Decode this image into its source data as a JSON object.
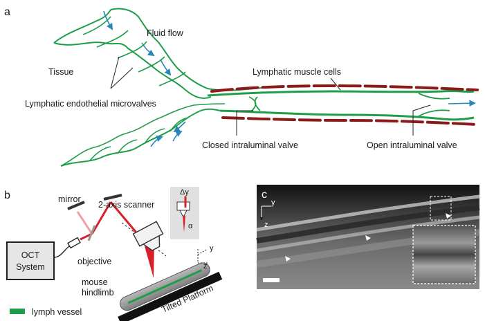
{
  "panel_a": {
    "letter": "a",
    "labels": {
      "fluid_flow": "Fluid flow",
      "tissue": "Tissue",
      "microvalves": "Lymphatic endothelial microvalves",
      "muscle_cells": "Lymphatic muscle cells",
      "closed_valve": "Closed intraluminal valve",
      "open_valve": "Open intraluminal valve"
    }
  },
  "panel_b": {
    "letter": "b",
    "labels": {
      "mirror": "mirror",
      "scanner": "2-axis scanner",
      "oct_line1": "OCT",
      "oct_line2": "System",
      "objective": "objective",
      "mouse_line1": "mouse",
      "mouse_line2": "hindlimb",
      "platform": "Tilted Platform",
      "legend": "lymph vessel",
      "axis_y": "y",
      "axis_z": "z",
      "inset_dy": "Δy",
      "inset_alpha": "α"
    }
  },
  "panel_c": {
    "letter": "c",
    "axis_y": "y",
    "axis_z": "z"
  },
  "colors": {
    "vessel_green": "#1e9e49",
    "muscle_red": "#8b1a1a",
    "flow_blue": "#2a86b8",
    "laser_red": "#d8202a",
    "laser_pink": "#f0a0a8"
  }
}
